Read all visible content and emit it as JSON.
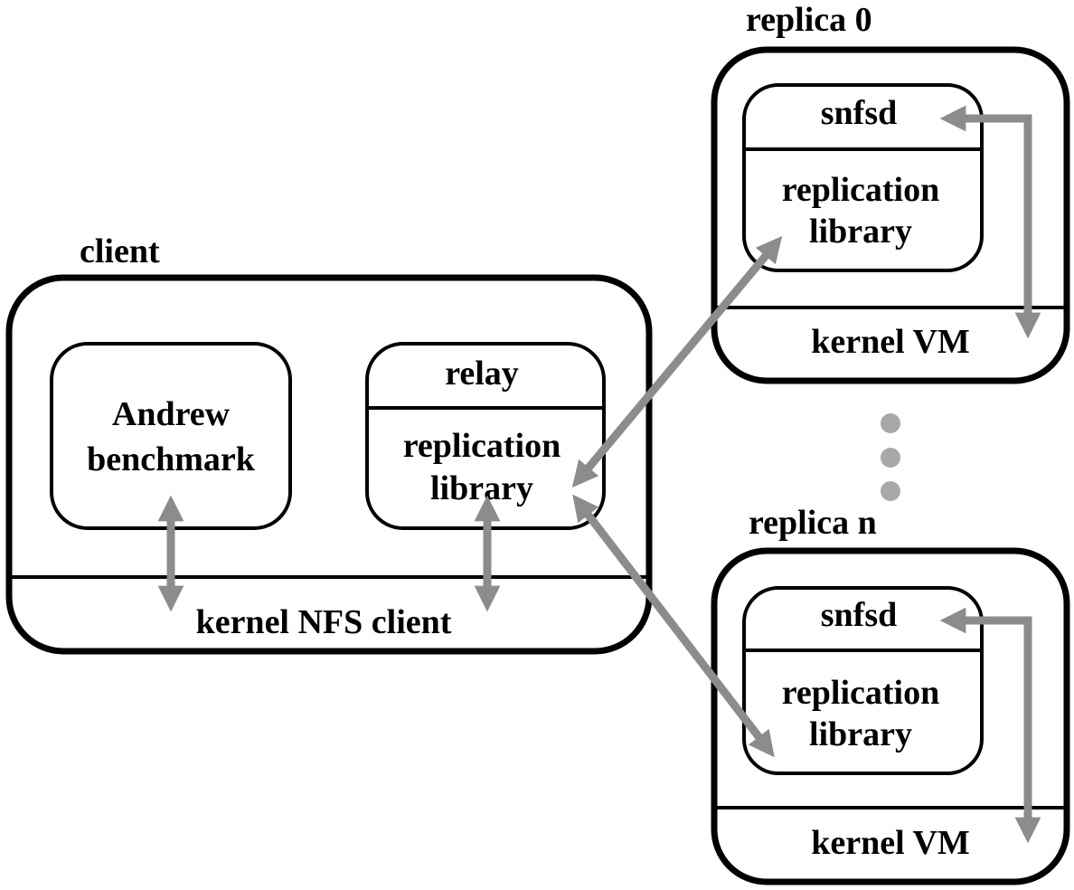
{
  "client": {
    "label": "client",
    "benchmark": {
      "line1": "Andrew",
      "line2": "benchmark"
    },
    "relay": {
      "title": "relay",
      "line1": "replication",
      "line2": "library"
    },
    "kernel": "kernel NFS client"
  },
  "replicas": [
    {
      "label": "replica 0",
      "process": "snfsd",
      "line1": "replication",
      "line2": "library",
      "kernel": "kernel VM"
    },
    {
      "label": "replica n",
      "process": "snfsd",
      "line1": "replication",
      "line2": "library",
      "kernel": "kernel VM"
    }
  ],
  "colors": {
    "stroke": "#000000",
    "arrow": "#8c8c8c",
    "dots": "#a8a8a8"
  }
}
